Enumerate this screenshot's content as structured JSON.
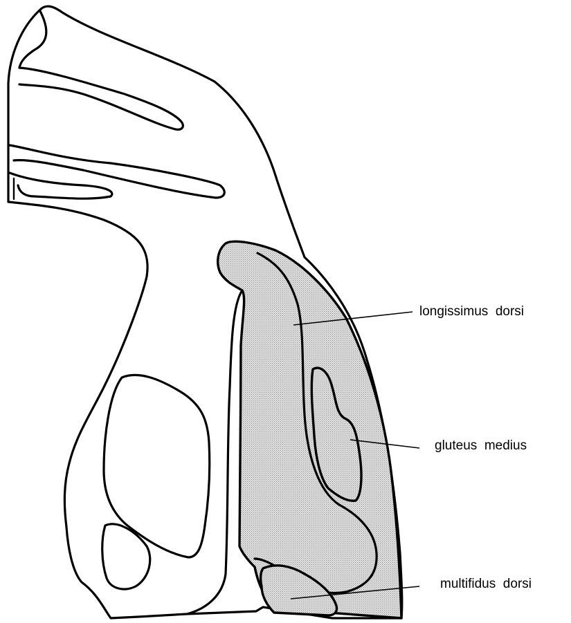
{
  "labels": {
    "longissimus": "longissimus  dorsi",
    "gluteus": "gluteus  medius",
    "multifidus": "multifidus  dorsi"
  },
  "colors": {
    "line": "#000000",
    "shade": "#c8c8c8",
    "background": "#ffffff"
  }
}
